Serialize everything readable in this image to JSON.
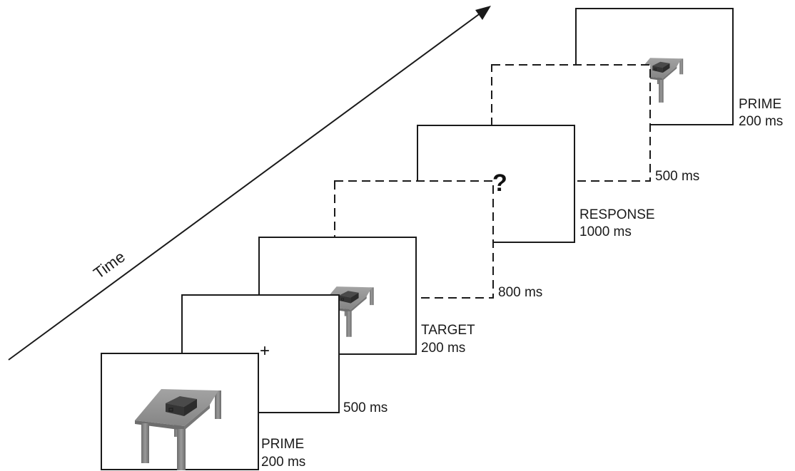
{
  "axis": {
    "label": "Time"
  },
  "frames": [
    {
      "id": "prime-2",
      "name": "PRIME",
      "duration": "200 ms",
      "content": "table-with-box"
    },
    {
      "id": "isi-3",
      "name": "",
      "duration": "500 ms",
      "content": "blank"
    },
    {
      "id": "response",
      "name": "RESPONSE",
      "duration": "1000 ms",
      "content": "?"
    },
    {
      "id": "isi-2",
      "name": "",
      "duration": "800 ms",
      "content": "blank"
    },
    {
      "id": "target",
      "name": "TARGET",
      "duration": "200 ms",
      "content": "table-with-box"
    },
    {
      "id": "isi-1",
      "name": "",
      "duration": "500 ms",
      "content": "+"
    },
    {
      "id": "prime-1",
      "name": "PRIME",
      "duration": "200 ms",
      "content": "table-with-box"
    }
  ],
  "symbols": {
    "fixation": "+",
    "response_prompt": "?"
  },
  "colors": {
    "line": "#1a1a1a",
    "table_top": "#8e8e8e",
    "table_leg": "#7a7a7a",
    "box": "#3b3b3b"
  }
}
